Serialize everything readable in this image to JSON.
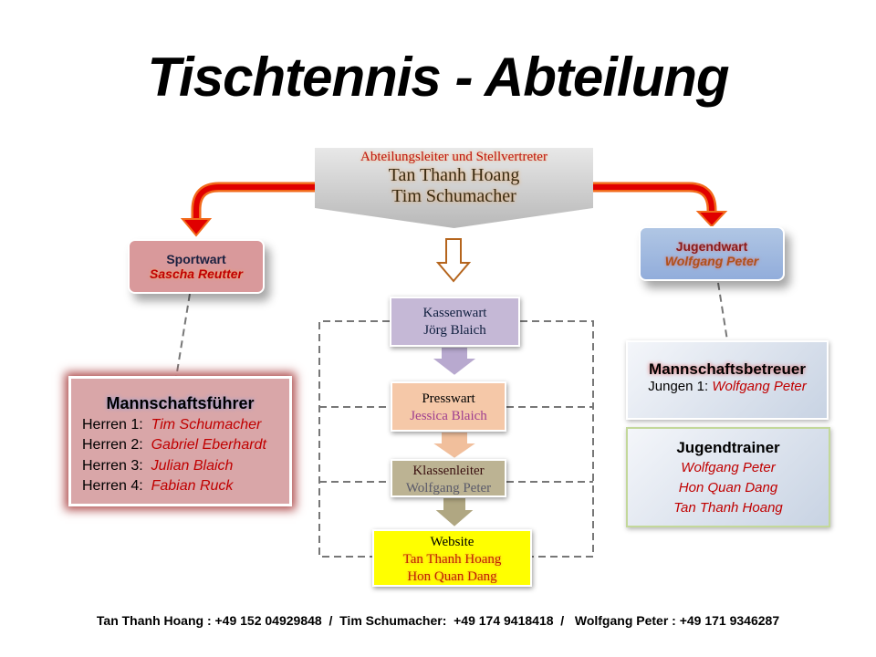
{
  "title": "Tischtennis - Abteilung",
  "lead": {
    "role": "Abteilungsleiter und Stellvertreter",
    "names": [
      "Tan Thanh Hoang",
      "Tim Schumacher"
    ]
  },
  "sportwart": {
    "role": "Sportwart",
    "name": "Sascha Reutter"
  },
  "jugendwart": {
    "role": "Jugendwart",
    "name": "Wolfgang Peter"
  },
  "mannschaftsfuehrer": {
    "heading": "Mannschaftsführer",
    "rows": [
      {
        "label": "Herren 1:",
        "name": "Tim Schumacher"
      },
      {
        "label": "Herren 2:",
        "name": "Gabriel Eberhardt"
      },
      {
        "label": "Herren 3:",
        "name": "Julian Blaich"
      },
      {
        "label": "Herren 4:",
        "name": "Fabian Ruck"
      }
    ]
  },
  "kassenwart": {
    "role": "Kassenwart",
    "name": "Jörg Blaich"
  },
  "presswart": {
    "role": "Presswart",
    "name": "Jessica Blaich"
  },
  "klassenleiter": {
    "role": "Klassenleiter",
    "name": "Wolfgang Peter"
  },
  "website": {
    "role": "Website",
    "names": [
      "Tan Thanh Hoang",
      "Hon Quan Dang"
    ]
  },
  "mannschaftsbetreuer": {
    "heading": "Mannschaftsbetreuer",
    "label": "Jungen 1:",
    "name": "Wolfgang Peter"
  },
  "jugendtrainer": {
    "heading": "Jugendtrainer",
    "names": [
      "Wolfgang Peter",
      "Hon Quan Dang",
      "Tan Thanh Hoang"
    ]
  },
  "footer": "Tan Thanh Hoang : +49 152 04929848  /  Tim Schumacher:  +49 174 9418418  /   Wolfgang Peter : +49 171 9346287"
}
